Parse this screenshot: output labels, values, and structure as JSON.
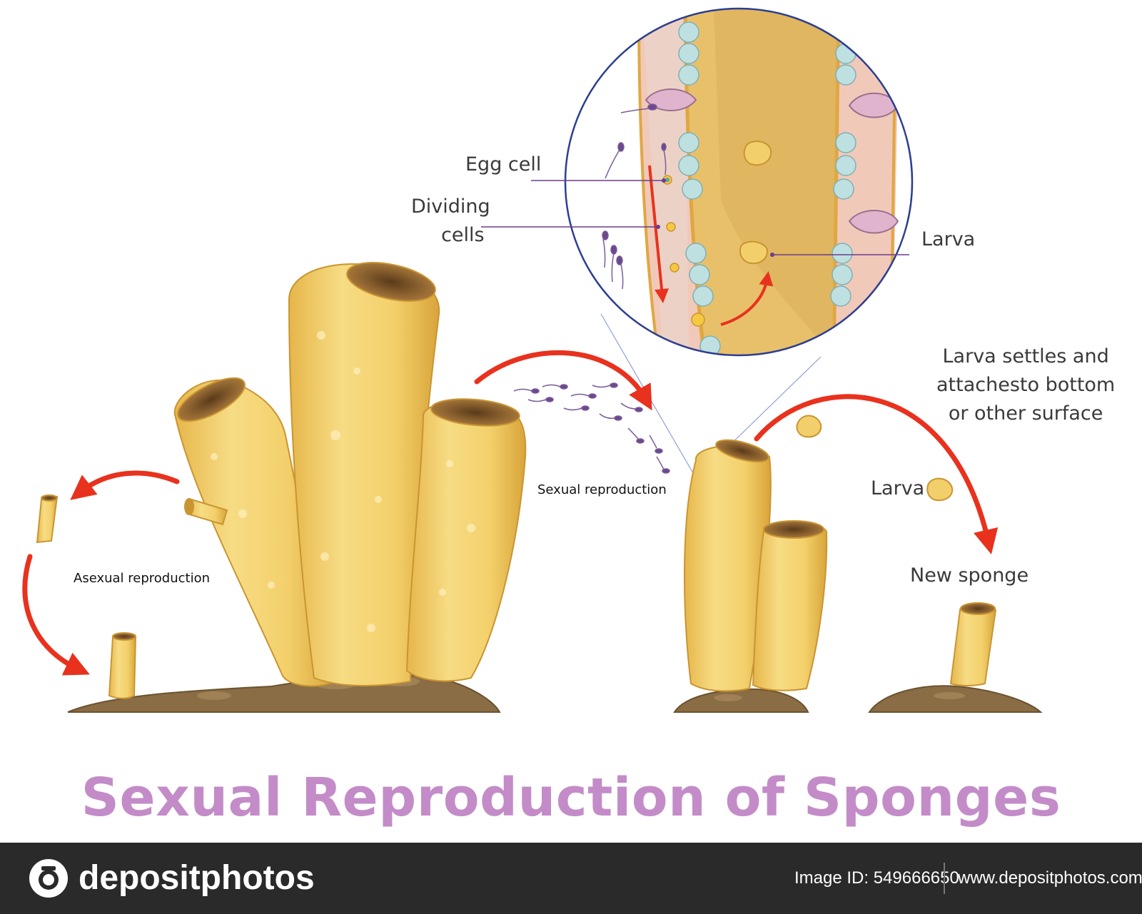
{
  "title": "Sexual Reproduction of Sponges",
  "labels": {
    "egg_cell": "Egg cell",
    "dividing_cells_line1": "Dividing",
    "dividing_cells_line2": "cells",
    "larva_inset": "Larva",
    "larva_settles_line1": "Larva settles and",
    "larva_settles_line2": "attachesto bottom",
    "larva_settles_line3": "or other surface",
    "larva_floating": "Larva",
    "new_sponge": "New sponge",
    "sexual_reproduction": "Sexual reproduction",
    "asexual_reproduction": "Asexual reproduction"
  },
  "footer": {
    "brand": "depositphotos",
    "image_id": "Image ID: 549666650",
    "url": "www.depositphotos.com"
  },
  "colors": {
    "title": "#c38cc8",
    "arrow": "#e8321e",
    "sponge": "#f2cf6a",
    "soil": "#8a6d45",
    "inset_border": "#2c3e91",
    "leader": "#6a3d8f"
  },
  "icons": [
    "camera-logo-icon"
  ]
}
